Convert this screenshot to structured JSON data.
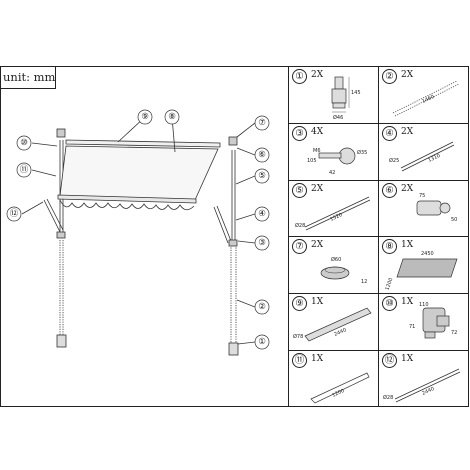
{
  "unit_label": "unit: mm",
  "callouts": [
    "①",
    "②",
    "③",
    "④",
    "⑤",
    "⑥",
    "⑦",
    "⑧",
    "⑨",
    "⑩",
    "⑪",
    "⑫"
  ],
  "parts": [
    {
      "num": "①",
      "qty": "2X",
      "dims": [
        "145",
        "Ø46"
      ]
    },
    {
      "num": "②",
      "qty": "2X",
      "dims": [
        "1460"
      ]
    },
    {
      "num": "③",
      "qty": "4X",
      "dims": [
        "M6",
        "105",
        "Ø35",
        "42"
      ]
    },
    {
      "num": "④",
      "qty": "2X",
      "dims": [
        "Ø25",
        "1310"
      ]
    },
    {
      "num": "⑤",
      "qty": "2X",
      "dims": [
        "Ø28",
        "1520"
      ]
    },
    {
      "num": "⑥",
      "qty": "2X",
      "dims": [
        "75",
        "50"
      ]
    },
    {
      "num": "⑦",
      "qty": "2X",
      "dims": [
        "Ø60",
        "12"
      ]
    },
    {
      "num": "⑧",
      "qty": "1X",
      "dims": [
        "2450",
        "1200"
      ]
    },
    {
      "num": "⑨",
      "qty": "1X",
      "dims": [
        "Ø78",
        "2440"
      ]
    },
    {
      "num": "⑩",
      "qty": "1X",
      "dims": [
        "110",
        "72",
        "71"
      ]
    },
    {
      "num": "⑪",
      "qty": "1X",
      "dims": [
        "1200"
      ]
    },
    {
      "num": "⑫",
      "qty": "1X",
      "dims": [
        "Ø28",
        "2440"
      ]
    }
  ]
}
